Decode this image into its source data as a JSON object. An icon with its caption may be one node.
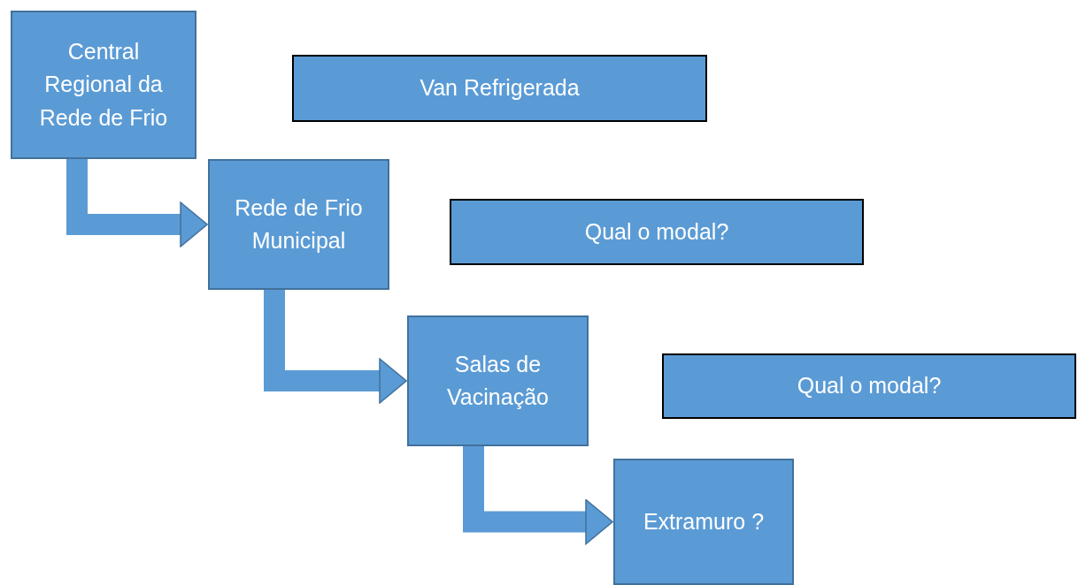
{
  "diagram": {
    "nodes": [
      {
        "text": [
          "Central Regional da Rede de Frio"
        ]
      },
      {
        "text": [
          "Van Refrigerada"
        ]
      },
      {
        "text": [
          "Rede de Frio Municipal"
        ]
      },
      {
        "text": [
          "Qual o modal?"
        ]
      },
      {
        "text": [
          "Salas de Vacinação"
        ]
      },
      {
        "text": [
          "Qual o modal?"
        ]
      },
      {
        "text": [
          "Extramuro ?"
        ]
      }
    ],
    "edges": [
      {
        "from": 0,
        "to": 2,
        "arrow": "to"
      },
      {
        "from": 2,
        "to": 4,
        "arrow": "to"
      },
      {
        "from": 4,
        "to": 6,
        "arrow": "to"
      }
    ]
  }
}
